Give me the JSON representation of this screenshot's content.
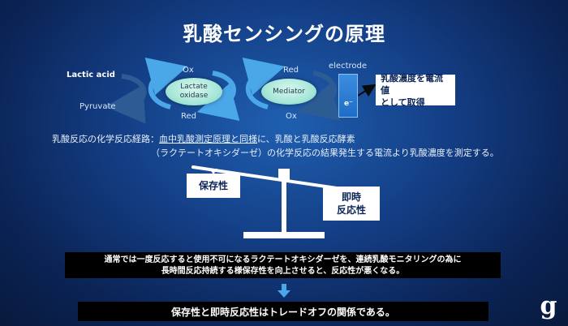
{
  "title": "乳酸センシングの原理",
  "diagram": {
    "lactic_acid": "Lactic acid",
    "pyruvate": "Pyruvate",
    "enzyme_top_label": "Ox",
    "enzyme_bottom_label": "Red",
    "enzyme_name_line1": "Lactate",
    "enzyme_name_line2": "oxidase",
    "mediator_top_label": "Red",
    "mediator_bottom_label": "Ox",
    "mediator_name": "Mediator",
    "electrode_label": "electrode",
    "electron_label": "e⁻",
    "result_line1": "乳酸濃度を電流値",
    "result_line2": "として取得"
  },
  "explanation": {
    "line1_prefix": "乳酸反応の化学反応経路：",
    "line1_underlined": "血中乳酸測定原理と同様",
    "line1_suffix": "に、乳酸と乳酸反応酵素",
    "line2": "（ラクテートオキシダーゼ）の化学反応の結果発生する電流より乳酸濃度を測定する。"
  },
  "balance": {
    "left_label": "保存性",
    "right_label_line1": "即時",
    "right_label_line2": "反応性"
  },
  "note": {
    "line1": "通常では一度反応すると使用不可になるラクテートオキシダーゼを、連続乳酸モニタリングの為に",
    "line2": "長時間反応持続する様保存性を向上させると、反応性が悪くなる。"
  },
  "conclusion": "保存性と即時反応性はトレードオフの関係である。",
  "logo_text": "g",
  "colors": {
    "background": "#143f86",
    "ellipse": "#a7e7d8",
    "electrode": "#1f6cc6",
    "arrow": "#4aa7e8",
    "arrow_dark": "#2d5c95",
    "electron_arc": "#e6b93a"
  }
}
